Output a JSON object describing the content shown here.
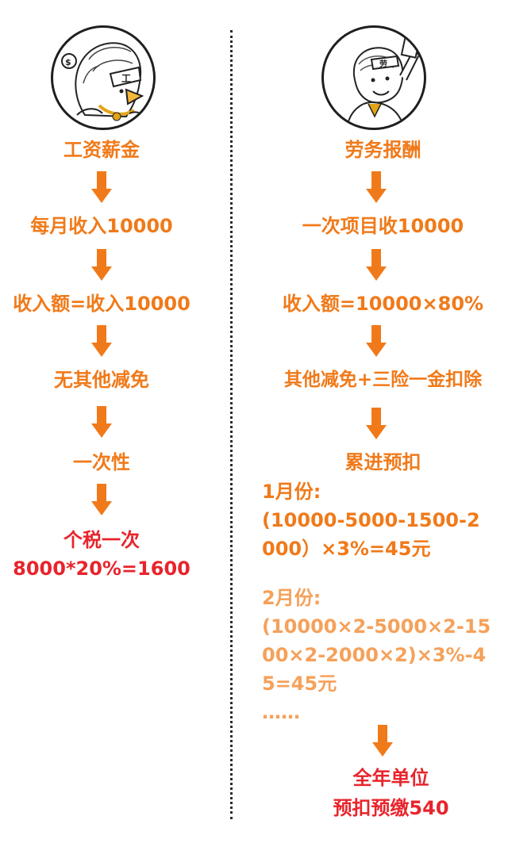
{
  "left": {
    "title": "工资薪金",
    "steps": [
      "每月收入10000",
      "收入额=收入10000",
      "无其他减免",
      "一次性"
    ],
    "result_lines": [
      "个税一次",
      "8000*20%=1600"
    ],
    "avatar_icon": "cartoon-figure-with-money-bag"
  },
  "right": {
    "title": "劳务报酬",
    "steps": [
      "一次项目收10000",
      "收入额=10000×80%",
      "其他减免+三险一金扣除",
      "累进预扣"
    ],
    "month1": {
      "heading": "1月份:",
      "lines": [
        "(10000-5000-1500-2",
        "000）×3%=45元"
      ]
    },
    "month2": {
      "heading": "2月份:",
      "lines": [
        "(10000×2-5000×2-15",
        "00×2-2000×2)×3%-4",
        "5=45元"
      ]
    },
    "ellipsis": "……",
    "result_lines": [
      "全年单位",
      "预扣预缴540"
    ],
    "avatar_icon": "cartoon-figure-holding-paper"
  },
  "colors": {
    "orange": "#f07a1a",
    "light_orange": "#f5a15a",
    "red": "#e8242c",
    "divider": "#2b2b2b"
  }
}
